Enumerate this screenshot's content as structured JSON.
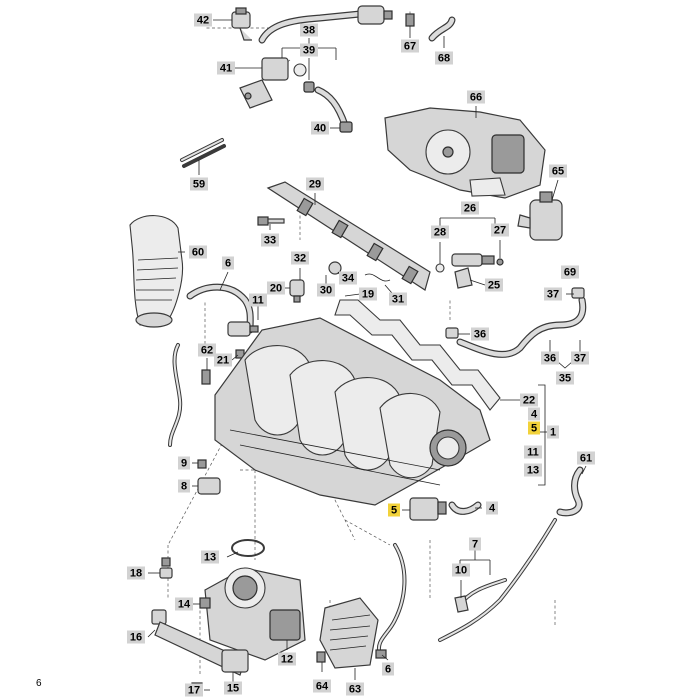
{
  "callouts": [
    {
      "id": "42",
      "label": "42",
      "highlight": false
    },
    {
      "id": "38",
      "label": "38",
      "highlight": false
    },
    {
      "id": "39",
      "label": "39",
      "highlight": false
    },
    {
      "id": "41",
      "label": "41",
      "highlight": false
    },
    {
      "id": "67",
      "label": "67",
      "highlight": false
    },
    {
      "id": "68",
      "label": "68",
      "highlight": false
    },
    {
      "id": "40",
      "label": "40",
      "highlight": false
    },
    {
      "id": "66",
      "label": "66",
      "highlight": false
    },
    {
      "id": "59",
      "label": "59",
      "highlight": false
    },
    {
      "id": "29",
      "label": "29",
      "highlight": false
    },
    {
      "id": "65",
      "label": "65",
      "highlight": false
    },
    {
      "id": "26",
      "label": "26",
      "highlight": false
    },
    {
      "id": "33",
      "label": "33",
      "highlight": false
    },
    {
      "id": "28",
      "label": "28",
      "highlight": false
    },
    {
      "id": "27",
      "label": "27",
      "highlight": false
    },
    {
      "id": "60",
      "label": "60",
      "highlight": false
    },
    {
      "id": "6a",
      "label": "6",
      "highlight": false
    },
    {
      "id": "32",
      "label": "32",
      "highlight": false
    },
    {
      "id": "34",
      "label": "34",
      "highlight": false
    },
    {
      "id": "69",
      "label": "69",
      "highlight": false
    },
    {
      "id": "25",
      "label": "25",
      "highlight": false
    },
    {
      "id": "30",
      "label": "30",
      "highlight": false
    },
    {
      "id": "20",
      "label": "20",
      "highlight": false
    },
    {
      "id": "19",
      "label": "19",
      "highlight": false
    },
    {
      "id": "31",
      "label": "31",
      "highlight": false
    },
    {
      "id": "37a",
      "label": "37",
      "highlight": false
    },
    {
      "id": "11a",
      "label": "11",
      "highlight": false
    },
    {
      "id": "36a",
      "label": "36",
      "highlight": false
    },
    {
      "id": "62",
      "label": "62",
      "highlight": false
    },
    {
      "id": "21",
      "label": "21",
      "highlight": false
    },
    {
      "id": "36b",
      "label": "36",
      "highlight": false
    },
    {
      "id": "37b",
      "label": "37",
      "highlight": false
    },
    {
      "id": "35",
      "label": "35",
      "highlight": false
    },
    {
      "id": "22",
      "label": "22",
      "highlight": false
    },
    {
      "id": "4a",
      "label": "4",
      "highlight": false
    },
    {
      "id": "5a",
      "label": "5",
      "highlight": true
    },
    {
      "id": "1",
      "label": "1",
      "highlight": false
    },
    {
      "id": "11b",
      "label": "11",
      "highlight": false
    },
    {
      "id": "13a",
      "label": "13",
      "highlight": false
    },
    {
      "id": "9",
      "label": "9",
      "highlight": false
    },
    {
      "id": "61",
      "label": "61",
      "highlight": false
    },
    {
      "id": "8",
      "label": "8",
      "highlight": false
    },
    {
      "id": "5b",
      "label": "5",
      "highlight": true
    },
    {
      "id": "4b",
      "label": "4",
      "highlight": false
    },
    {
      "id": "13b",
      "label": "13",
      "highlight": false
    },
    {
      "id": "7",
      "label": "7",
      "highlight": false
    },
    {
      "id": "18",
      "label": "18",
      "highlight": false
    },
    {
      "id": "10",
      "label": "10",
      "highlight": false
    },
    {
      "id": "14",
      "label": "14",
      "highlight": false
    },
    {
      "id": "16",
      "label": "16",
      "highlight": false
    },
    {
      "id": "12",
      "label": "12",
      "highlight": false
    },
    {
      "id": "6b",
      "label": "6",
      "highlight": false
    },
    {
      "id": "64",
      "label": "64",
      "highlight": false
    },
    {
      "id": "63",
      "label": "63",
      "highlight": false
    },
    {
      "id": "17",
      "label": "17",
      "highlight": false
    },
    {
      "id": "15",
      "label": "15",
      "highlight": false
    }
  ],
  "reference_mark": "6",
  "colors": {
    "callout_fill": "#d2d2d2",
    "callout_highlight": "#f2d23a",
    "line": "#222222"
  }
}
